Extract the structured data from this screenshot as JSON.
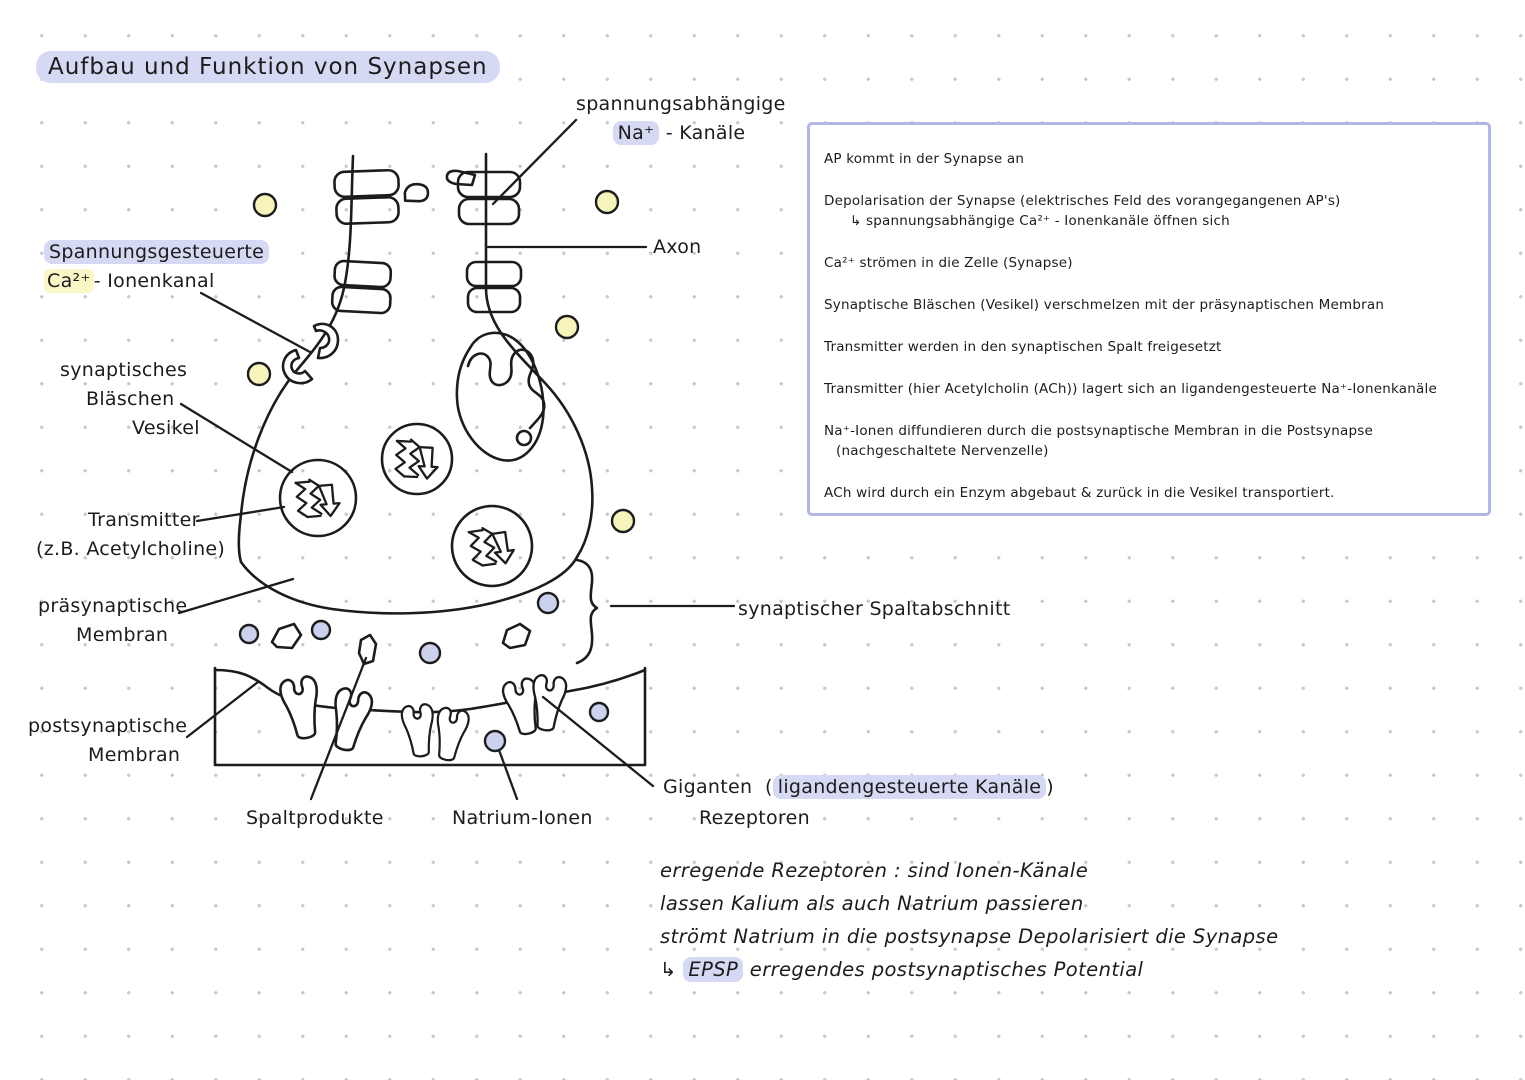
{
  "colors": {
    "ink": "#1c1c1c",
    "lav": "#d6d9f4",
    "yel": "#faf7c6",
    "boxb": "#b1b6e6",
    "iony": "#f6f4bb",
    "ionl": "#ccd1ee",
    "dot": "#c9c9ce"
  },
  "title": "Aufbau und Funktion von Synapsen",
  "labels": {
    "na_channels": {
      "line1": "spannungsabhängige",
      "na": "Na⁺",
      "rest": " - Kanäle"
    },
    "axon": "Axon",
    "ca_channel": {
      "line1": "Spannungsgesteuerte",
      "ca": "Ca²⁺",
      "rest": "- Ionenkanal"
    },
    "vesicle": {
      "line1": "synaptisches",
      "line2": "Bläschen",
      "line3": "Vesikel"
    },
    "transmitter": {
      "line1": "Transmitter",
      "line2": "(z.B. Acetylcholine)"
    },
    "presynaptic": {
      "line1": "präsynaptische",
      "line2": "Membran"
    },
    "postsynaptic": {
      "line1": "postsynaptische",
      "line2": "Membran"
    },
    "cleft": "synaptischer Spaltabschnitt",
    "cleft_products": "Spaltprodukte",
    "sodium_ions": "Natrium-Ionen",
    "receptors": {
      "name": "Giganten",
      "paren_open": "(",
      "highlighted": "ligandengesteuerte Kanäle",
      "paren_close": ")",
      "line2": "Rezeptoren"
    }
  },
  "info_box": {
    "lines": [
      {
        "text": "AP kommt in der Synapse an",
        "cls": ""
      },
      {
        "text": "Depolarisation der Synapse (elektrisches Feld des vorangegangenen AP's)",
        "cls": "tight"
      },
      {
        "text": "↳ spannungsabhängige Ca²⁺ - Ionenkanäle öffnen sich",
        "cls": "indent"
      },
      {
        "text": "Ca²⁺ strömen in die Zelle (Synapse)",
        "cls": ""
      },
      {
        "text": "Synaptische Bläschen (Vesikel) verschmelzen mit der präsynaptischen Membran",
        "cls": ""
      },
      {
        "text": "Transmitter werden in den synaptischen Spalt freigesetzt",
        "cls": ""
      },
      {
        "text": "Transmitter (hier Acetylcholin (ACh)) lagert sich an ligandengesteuerte Na⁺-Ionenkanäle",
        "cls": ""
      },
      {
        "text": "Na⁺-Ionen diffundieren durch die postsynaptische Membran in die Postsynapse",
        "cls": "tight"
      },
      {
        "text": "(nachgeschaltete Nervenzelle)",
        "cls": "indent-sm"
      },
      {
        "text": "ACh wird durch ein Enzym abgebaut & zurück in die Vesikel transportiert.",
        "cls": ""
      }
    ]
  },
  "notes": {
    "line1": "erregende Rezeptoren : sind Ionen-Känale",
    "line2": "lassen Kalium als auch Natrium passieren",
    "line3": "strömt Natrium in die postsynapse Depolarisiert die Synapse",
    "line4": {
      "arrow": "↳",
      "epsp": "EPSP",
      "rest": "erregendes  postsynaptisches Potential"
    }
  }
}
